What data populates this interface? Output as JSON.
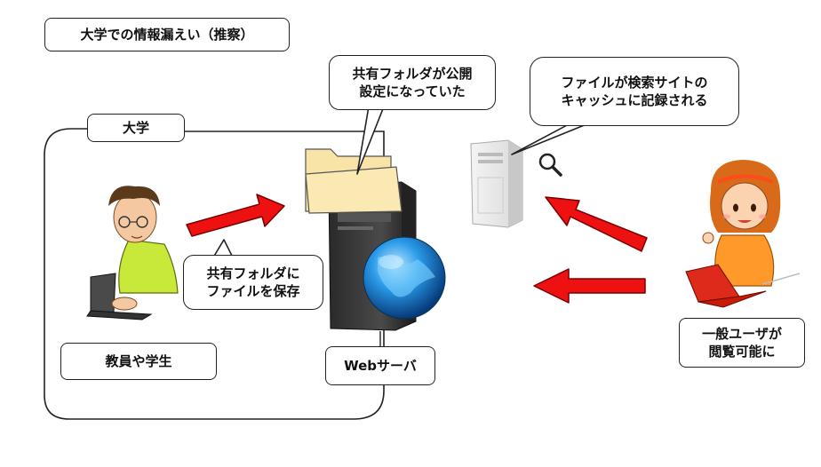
{
  "title": "大学での情報漏えい（推察）",
  "university_label": "大学",
  "server_label": "Webサーバ",
  "user_label": "教員や学生",
  "callout_folder": "共有フォルダが公開\n設定になっていた",
  "callout_save": "共有フォルダに\nファイルを保存",
  "callout_cache": "ファイルが検索サイトの\nキャッシュに記録される",
  "callout_public": "一般ユーザが\n閲覧可能に",
  "colors": {
    "arrow_fill": "#ee1111",
    "arrow_stroke": "#7a0000",
    "folder": "#f8e4a6",
    "globe": "#1a8ad8"
  },
  "icons": [
    "teacher-person-icon",
    "laptop-icon",
    "folder-icon",
    "server-tower-icon",
    "globe-icon",
    "search-server-icon",
    "magnifier-icon",
    "public-user-icon",
    "red-laptop-icon"
  ]
}
